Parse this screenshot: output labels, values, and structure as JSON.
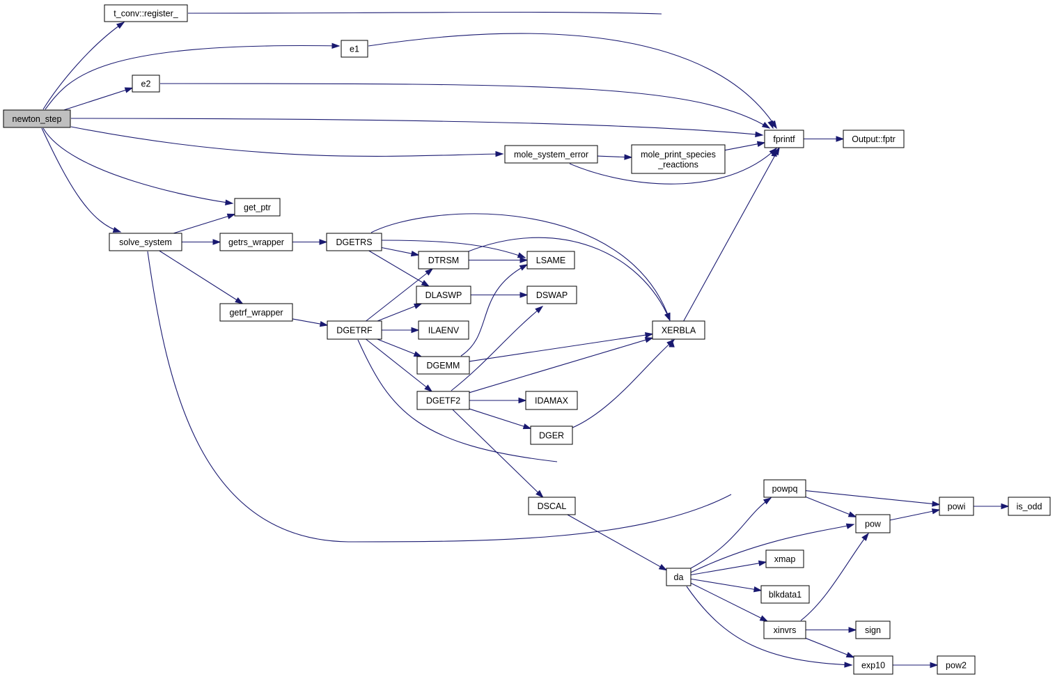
{
  "graph": {
    "nodes": [
      {
        "id": "newton_step",
        "lines": [
          "newton_step"
        ],
        "root": true
      },
      {
        "id": "t_conv_register",
        "lines": [
          "t_conv::register_"
        ]
      },
      {
        "id": "e1",
        "lines": [
          "e1"
        ]
      },
      {
        "id": "e2",
        "lines": [
          "e2"
        ]
      },
      {
        "id": "fprintf",
        "lines": [
          "fprintf"
        ]
      },
      {
        "id": "output_fptr",
        "lines": [
          "Output::fptr"
        ]
      },
      {
        "id": "mole_system_error",
        "lines": [
          "mole_system_error"
        ]
      },
      {
        "id": "mole_print_species_reactions",
        "lines": [
          "mole_print_species",
          "_reactions"
        ]
      },
      {
        "id": "get_ptr",
        "lines": [
          "get_ptr"
        ]
      },
      {
        "id": "solve_system",
        "lines": [
          "solve_system"
        ]
      },
      {
        "id": "getrs_wrapper",
        "lines": [
          "getrs_wrapper"
        ]
      },
      {
        "id": "getrf_wrapper",
        "lines": [
          "getrf_wrapper"
        ]
      },
      {
        "id": "dgetrs",
        "lines": [
          "DGETRS"
        ]
      },
      {
        "id": "dgetrf",
        "lines": [
          "DGETRF"
        ]
      },
      {
        "id": "dtrsm",
        "lines": [
          "DTRSM"
        ]
      },
      {
        "id": "dlaswp",
        "lines": [
          "DLASWP"
        ]
      },
      {
        "id": "ilaenv",
        "lines": [
          "ILAENV"
        ]
      },
      {
        "id": "dgemm",
        "lines": [
          "DGEMM"
        ]
      },
      {
        "id": "dgetf2",
        "lines": [
          "DGETF2"
        ]
      },
      {
        "id": "lsame",
        "lines": [
          "LSAME"
        ]
      },
      {
        "id": "dswap",
        "lines": [
          "DSWAP"
        ]
      },
      {
        "id": "xerbla",
        "lines": [
          "XERBLA"
        ]
      },
      {
        "id": "idamax",
        "lines": [
          "IDAMAX"
        ]
      },
      {
        "id": "dger",
        "lines": [
          "DGER"
        ]
      },
      {
        "id": "dscal",
        "lines": [
          "DSCAL"
        ]
      },
      {
        "id": "da",
        "lines": [
          "da"
        ]
      },
      {
        "id": "powpq",
        "lines": [
          "powpq"
        ]
      },
      {
        "id": "powi",
        "lines": [
          "powi"
        ]
      },
      {
        "id": "is_odd",
        "lines": [
          "is_odd"
        ]
      },
      {
        "id": "pow",
        "lines": [
          "pow"
        ]
      },
      {
        "id": "xmap",
        "lines": [
          "xmap"
        ]
      },
      {
        "id": "blkdata1",
        "lines": [
          "blkdata1"
        ]
      },
      {
        "id": "xinvrs",
        "lines": [
          "xinvrs"
        ]
      },
      {
        "id": "sign",
        "lines": [
          "sign"
        ]
      },
      {
        "id": "exp10",
        "lines": [
          "exp10"
        ]
      },
      {
        "id": "pow2",
        "lines": [
          "pow2"
        ]
      }
    ],
    "edges": [
      {
        "from": "newton_step",
        "to": "t_conv_register"
      },
      {
        "from": "newton_step",
        "to": "e1"
      },
      {
        "from": "newton_step",
        "to": "e2"
      },
      {
        "from": "newton_step",
        "to": "fprintf"
      },
      {
        "from": "newton_step",
        "to": "mole_system_error"
      },
      {
        "from": "newton_step",
        "to": "get_ptr"
      },
      {
        "from": "newton_step",
        "to": "solve_system"
      },
      {
        "from": "t_conv_register",
        "to": "fprintf"
      },
      {
        "from": "e1",
        "to": "fprintf"
      },
      {
        "from": "e2",
        "to": "fprintf"
      },
      {
        "from": "fprintf",
        "to": "output_fptr"
      },
      {
        "from": "mole_system_error",
        "to": "mole_print_species_reactions"
      },
      {
        "from": "mole_system_error",
        "to": "fprintf"
      },
      {
        "from": "mole_print_species_reactions",
        "to": "fprintf"
      },
      {
        "from": "solve_system",
        "to": "get_ptr"
      },
      {
        "from": "solve_system",
        "to": "getrs_wrapper"
      },
      {
        "from": "solve_system",
        "to": "getrf_wrapper"
      },
      {
        "from": "solve_system",
        "to": "fprintf"
      },
      {
        "from": "getrs_wrapper",
        "to": "dgetrs"
      },
      {
        "from": "getrf_wrapper",
        "to": "dgetrf"
      },
      {
        "from": "dgetrs",
        "to": "dtrsm"
      },
      {
        "from": "dgetrs",
        "to": "lsame"
      },
      {
        "from": "dgetrs",
        "to": "dlaswp"
      },
      {
        "from": "dgetrs",
        "to": "xerbla"
      },
      {
        "from": "dgetrf",
        "to": "dtrsm"
      },
      {
        "from": "dgetrf",
        "to": "dlaswp"
      },
      {
        "from": "dgetrf",
        "to": "ilaenv"
      },
      {
        "from": "dgetrf",
        "to": "dgemm"
      },
      {
        "from": "dgetrf",
        "to": "dgetf2"
      },
      {
        "from": "dgetrf",
        "to": "xerbla"
      },
      {
        "from": "dtrsm",
        "to": "lsame"
      },
      {
        "from": "dtrsm",
        "to": "xerbla"
      },
      {
        "from": "dlaswp",
        "to": "dswap"
      },
      {
        "from": "dgemm",
        "to": "lsame"
      },
      {
        "from": "dgemm",
        "to": "xerbla"
      },
      {
        "from": "dgetf2",
        "to": "dswap"
      },
      {
        "from": "dgetf2",
        "to": "xerbla"
      },
      {
        "from": "dgetf2",
        "to": "idamax"
      },
      {
        "from": "dgetf2",
        "to": "dger"
      },
      {
        "from": "dgetf2",
        "to": "dscal"
      },
      {
        "from": "dger",
        "to": "xerbla"
      },
      {
        "from": "xerbla",
        "to": "fprintf"
      },
      {
        "from": "dscal",
        "to": "da"
      },
      {
        "from": "da",
        "to": "powpq"
      },
      {
        "from": "da",
        "to": "pow"
      },
      {
        "from": "da",
        "to": "xmap"
      },
      {
        "from": "da",
        "to": "blkdata1"
      },
      {
        "from": "da",
        "to": "xinvrs"
      },
      {
        "from": "da",
        "to": "exp10"
      },
      {
        "from": "powpq",
        "to": "powi"
      },
      {
        "from": "powpq",
        "to": "pow"
      },
      {
        "from": "pow",
        "to": "powi"
      },
      {
        "from": "powi",
        "to": "is_odd"
      },
      {
        "from": "xinvrs",
        "to": "pow"
      },
      {
        "from": "xinvrs",
        "to": "sign"
      },
      {
        "from": "xinvrs",
        "to": "exp10"
      },
      {
        "from": "exp10",
        "to": "pow2"
      }
    ]
  },
  "colors": {
    "edge": "#191970",
    "node_fill": "#ffffff",
    "root_fill": "#bfbfbf",
    "border": "#000000"
  }
}
